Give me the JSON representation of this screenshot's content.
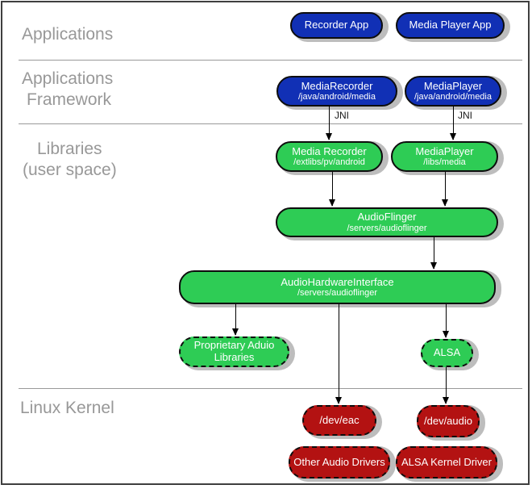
{
  "layers": {
    "applications": {
      "label": "Applications"
    },
    "framework": {
      "label_line1": "Applications",
      "label_line2": "Framework"
    },
    "libraries": {
      "label_line1": "Libraries",
      "label_line2": "(user space)"
    },
    "kernel": {
      "label": "Linux Kernel"
    }
  },
  "nodes": {
    "recorder_app": {
      "title": "Recorder App"
    },
    "media_player_app": {
      "title": "Media Player App"
    },
    "media_recorder_fw": {
      "title": "MediaRecorder",
      "path": "/java/android/media"
    },
    "media_player_fw": {
      "title": "MediaPlayer",
      "path": "/java/android/media"
    },
    "media_recorder_lib": {
      "title": "Media Recorder",
      "path": "/extlibs/pv/android"
    },
    "media_player_lib": {
      "title": "MediaPlayer",
      "path": "/libs/media"
    },
    "audioflinger": {
      "title": "AudioFlinger",
      "path": "/servers/audioflinger"
    },
    "audio_hardware_interface": {
      "title": "AudioHardwareInterface",
      "path": "/servers/audioflinger"
    },
    "proprietary_audio_libraries": {
      "title_line1": "Proprietary Aduio",
      "title_line2": "Libraries"
    },
    "alsa": {
      "title": "ALSA"
    },
    "dev_eac": {
      "title": "/dev/eac"
    },
    "dev_audio": {
      "title": "/dev/audio"
    },
    "other_audio_drivers": {
      "title": "Other Audio Drivers"
    },
    "alsa_kernel_driver": {
      "title": "ALSA Kernel Driver"
    }
  },
  "annotations": {
    "jni_left": "JNI",
    "jni_right": "JNI"
  },
  "colors": {
    "app_blue": "#1130b5",
    "lib_green": "#2ecc55",
    "kernel_red": "#b31212",
    "label_gray": "#989898",
    "shadow_gray": "#bdbdbd"
  }
}
